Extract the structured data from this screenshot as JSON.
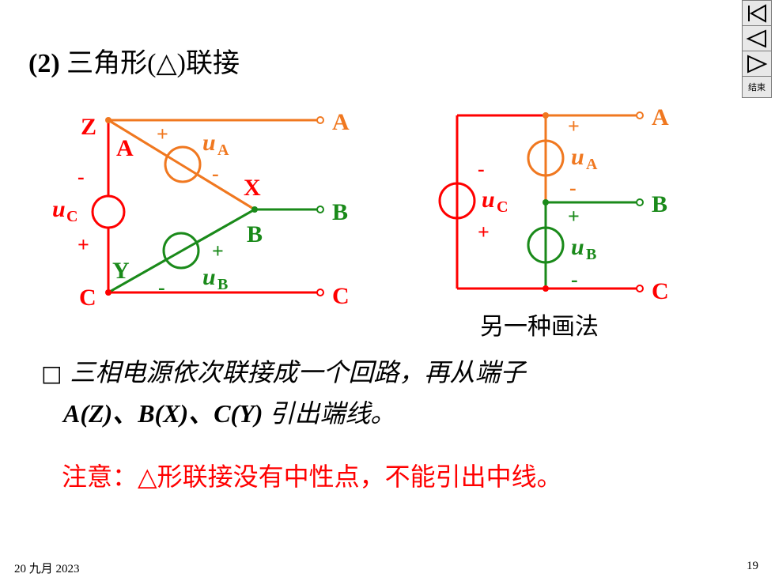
{
  "title": {
    "prefix": "(2)",
    "text": "三角形(△)联接"
  },
  "nav": {
    "first_label": "first",
    "prev_label": "prev",
    "next_label": "next",
    "end_label": "结束"
  },
  "colors": {
    "orange": "#f07820",
    "red": "#ff0000",
    "green": "#1a8a1a",
    "text": "#000000"
  },
  "left_diagram": {
    "Z": "Z",
    "A_node": "A",
    "X": "X",
    "B_node": "B",
    "Y": "Y",
    "C_node": "C",
    "A_term": "A",
    "B_term": "B",
    "C_term": "C",
    "uA": "u",
    "uA_sub": "A",
    "uB": "u",
    "uB_sub": "B",
    "uC": "u",
    "uC_sub": "C",
    "plus": "+",
    "minus": "-"
  },
  "right_diagram": {
    "A_term": "A",
    "B_term": "B",
    "C_term": "C",
    "uA": "u",
    "uA_sub": "A",
    "uB": "u",
    "uB_sub": "B",
    "uC": "u",
    "uC_sub": "C",
    "plus": "+",
    "minus": "-"
  },
  "caption": "另一种画法",
  "bullet": {
    "box": "□",
    "line1": "三相电源依次联接成一个回路，再从端子",
    "line2_terms": "A(Z)、B(X)、C(Y)",
    "line2_rest": "引出端线。"
  },
  "note": "注意：△形联接没有中性点，不能引出中线。",
  "footer": {
    "date": "20 九月 2023",
    "page": "19"
  }
}
